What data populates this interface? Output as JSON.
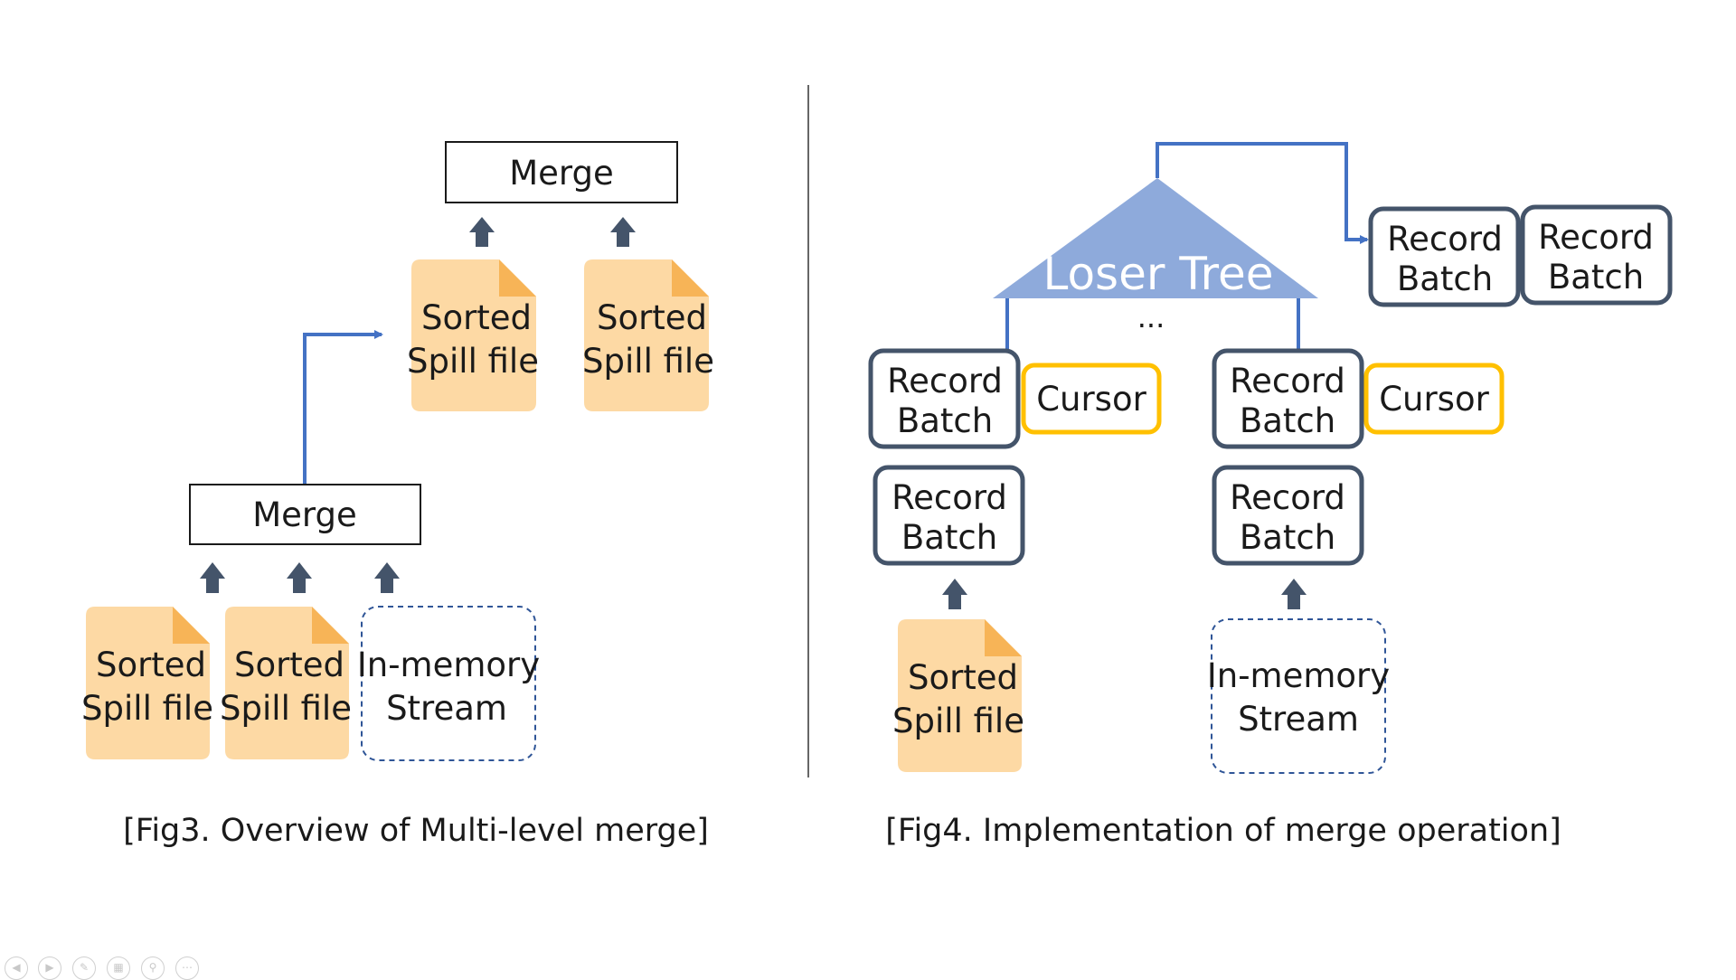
{
  "fig3": {
    "caption": "[Fig3. Overview of Multi-level merge]",
    "merge_top": "Merge",
    "merge_bottom": "Merge",
    "top_files": [
      {
        "line1": "Sorted",
        "line2": "Spill file"
      },
      {
        "line1": "Sorted",
        "line2": "Spill file"
      }
    ],
    "bottom_files": [
      {
        "line1": "Sorted",
        "line2": "Spill file"
      },
      {
        "line1": "Sorted",
        "line2": "Spill file"
      }
    ],
    "stream": {
      "line1": "In-memory",
      "line2": "Stream"
    }
  },
  "fig4": {
    "caption": "[Fig4. Implementation of merge operation]",
    "tree_label": "Loser Tree",
    "ellipsis": "...",
    "output_batches": [
      {
        "line1": "Record",
        "line2": "Batch"
      },
      {
        "line1": "Record",
        "line2": "Batch"
      }
    ],
    "left_column": {
      "cursor_label": "Cursor",
      "batch_with_cursor": {
        "line1": "Record",
        "line2": "Batch"
      },
      "batch_below": {
        "line1": "Record",
        "line2": "Batch"
      },
      "source": {
        "line1": "Sorted",
        "line2": "Spill file"
      }
    },
    "right_column": {
      "cursor_label": "Cursor",
      "batch_with_cursor": {
        "line1": "Record",
        "line2": "Batch"
      },
      "batch_below": {
        "line1": "Record",
        "line2": "Batch"
      },
      "source": {
        "line1": "In-memory",
        "line2": "Stream"
      }
    }
  },
  "colors": {
    "file_fill": "#fdd9a4",
    "file_fold": "#f7b457",
    "flow_arrow": "#4472c4",
    "up_arrow": "#44546a",
    "tree_fill": "#8eaadb",
    "batch_border": "#44546a",
    "cursor_border": "#ffc000",
    "stream_border": "#2f5597"
  },
  "controls": [
    "prev-icon",
    "next-icon",
    "pen-icon",
    "slides-icon",
    "zoom-icon",
    "more-icon"
  ]
}
